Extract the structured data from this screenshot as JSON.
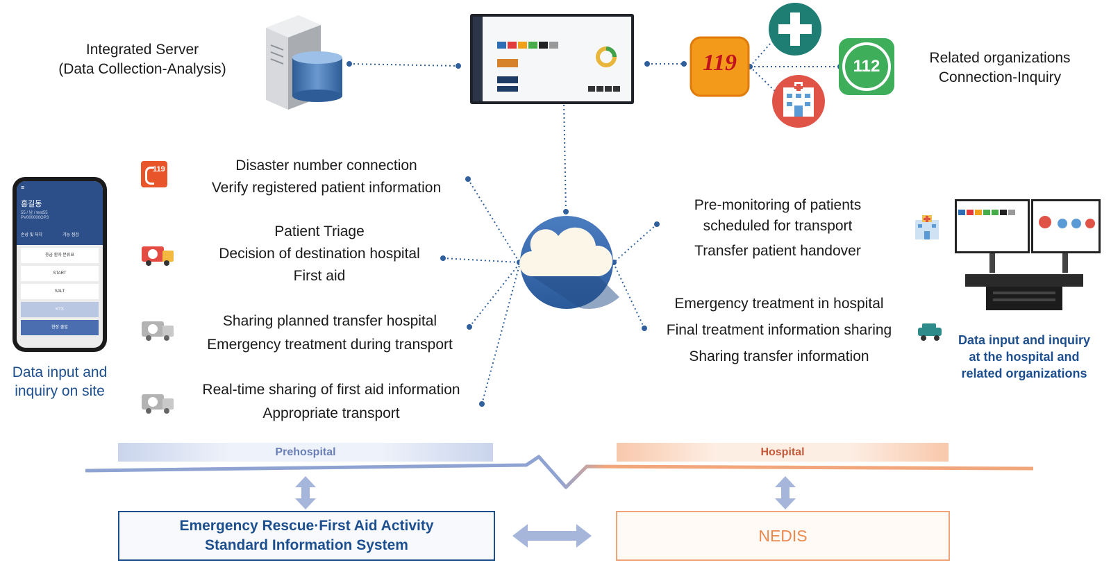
{
  "server": {
    "label_line1": "Integrated Server",
    "label_line2": "(Data Collection-Analysis)"
  },
  "related": {
    "label_line1": "Related organizations",
    "label_line2": "Connection-Inquiry"
  },
  "org_icons": {
    "fire": "119",
    "police": "112"
  },
  "onsite": {
    "label_line1": "Data input and",
    "label_line2": "inquiry on site"
  },
  "phone": {
    "name": "홍길동",
    "sub1": "55 / 남 / test55",
    "sub2": "PV000000OP3",
    "tab1": "손상 및 처치",
    "tab2": "기능 점검",
    "rows": [
      "응급 환자 분류표",
      "START",
      "SALT",
      "KTS",
      "현장 출발"
    ]
  },
  "hospital_side": {
    "label_line1": "Data input and inquiry",
    "label_line2": "at the hospital and",
    "label_line3": "related organizations"
  },
  "left_items": [
    {
      "icon": "phone-119-icon",
      "lines": [
        "Disaster number connection",
        "Verify registered patient information"
      ]
    },
    {
      "icon": "ambulance-icon",
      "lines": [
        "Patient Triage",
        "Decision of destination hospital",
        "First aid"
      ]
    },
    {
      "icon": "ambulance-gray-icon",
      "lines": [
        "Sharing planned transfer hospital",
        "Emergency treatment during transport"
      ]
    },
    {
      "icon": "ambulance-gray-icon",
      "lines": [
        "Real-time sharing of first aid information",
        "Appropriate transport"
      ]
    }
  ],
  "right_items": [
    {
      "lines": [
        "Pre-monitoring of patients",
        "scheduled for transport",
        "Transfer patient handover"
      ]
    },
    {
      "lines": [
        "Emergency treatment in hospital",
        "Final treatment information sharing",
        "Sharing transfer information"
      ]
    }
  ],
  "phases": {
    "prehospital": "Prehospital",
    "hospital": "Hospital"
  },
  "systems": {
    "left_line1": "Emergency Rescue·First Aid Activity",
    "left_line2": "Standard Information System",
    "right": "NEDIS"
  },
  "colors": {
    "prehospital": "#8a9fcc",
    "hospital": "#f0a377",
    "cloud": "#2f63a8",
    "dark_blue": "#1d4f8f"
  }
}
